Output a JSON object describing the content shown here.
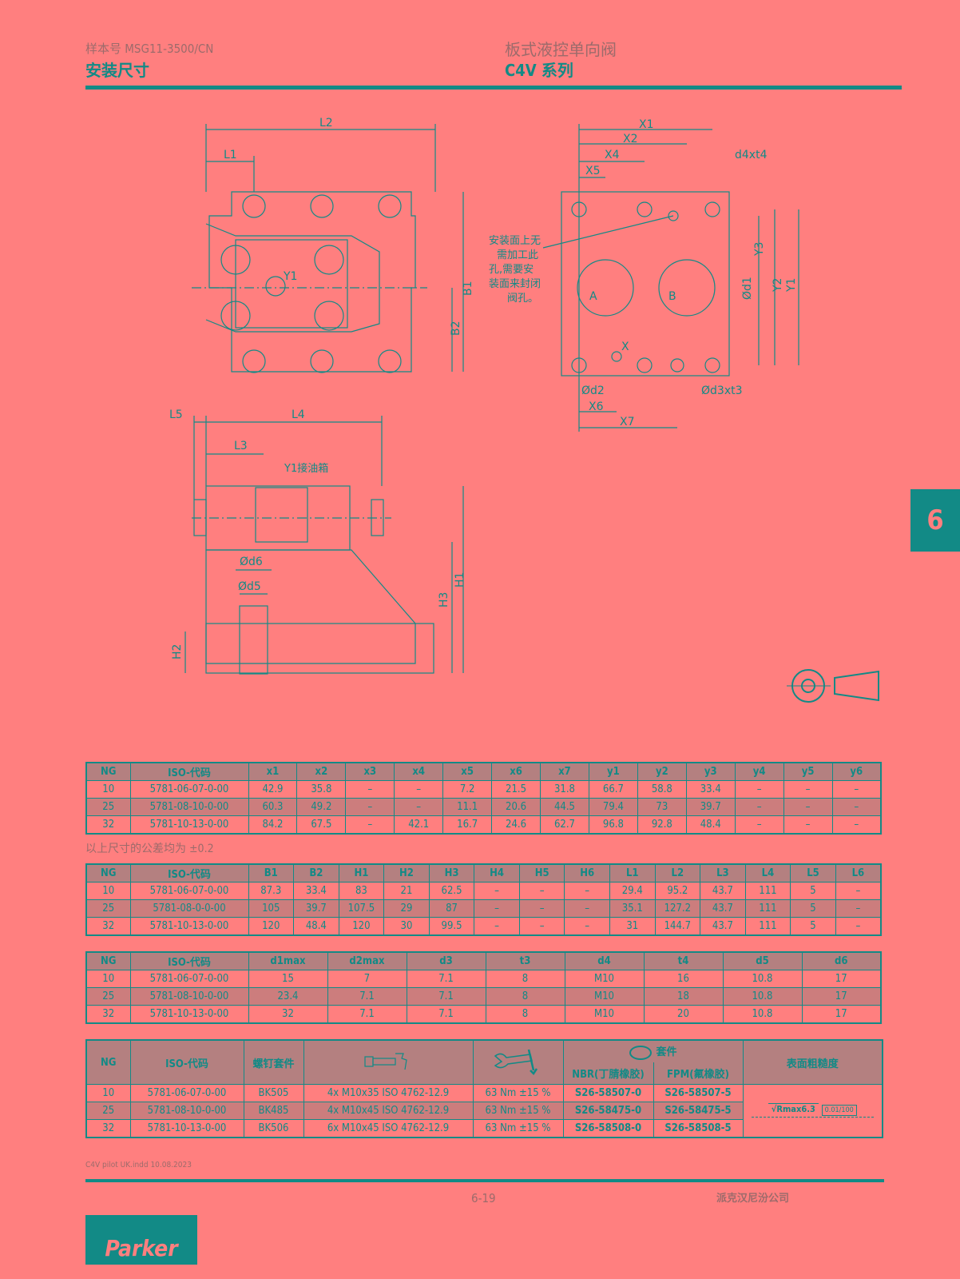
{
  "header": {
    "catalog_no": "样本号 MSG11-3500/CN",
    "section": "安装尺寸",
    "product_title": "板式液控单向阀",
    "series": "C4V 系列"
  },
  "chapter_tab": "6",
  "drawing_labels": {
    "top_view": [
      "L2",
      "L1",
      "B1",
      "B2",
      "Y1"
    ],
    "port_pattern": [
      "X1",
      "X2",
      "X4",
      "X5",
      "d4xt4",
      "Y3",
      "Y2",
      "Y1",
      "Ød1",
      "A",
      "B",
      "X",
      "Ød2",
      "X6",
      "X7",
      "Ød3xt3"
    ],
    "note": [
      "安装面上无",
      "需加工此",
      "孔,需要安",
      "装面来封闭",
      "阀孔。"
    ],
    "side_view": [
      "L5",
      "L4",
      "L3",
      "Y1接油箱",
      "Ød6",
      "Ød5",
      "H1",
      "H3",
      "H2"
    ]
  },
  "table1": {
    "headers": [
      "NG",
      "ISO-代码",
      "x1",
      "x2",
      "x3",
      "x4",
      "x5",
      "x6",
      "x7",
      "y1",
      "y2",
      "y3",
      "y4",
      "y5",
      "y6"
    ],
    "rows": [
      [
        "10",
        "5781-06-07-0-00",
        "42.9",
        "35.8",
        "–",
        "–",
        "7.2",
        "21.5",
        "31.8",
        "66.7",
        "58.8",
        "33.4",
        "–",
        "–",
        "–"
      ],
      [
        "25",
        "5781-08-10-0-00",
        "60.3",
        "49.2",
        "–",
        "–",
        "11.1",
        "20.6",
        "44.5",
        "79.4",
        "73",
        "39.7",
        "–",
        "–",
        "–"
      ],
      [
        "32",
        "5781-10-13-0-00",
        "84.2",
        "67.5",
        "–",
        "42.1",
        "16.7",
        "24.6",
        "62.7",
        "96.8",
        "92.8",
        "48.4",
        "–",
        "–",
        "–"
      ]
    ]
  },
  "tolerance_note": "以上尺寸的公差均为 ±0.2",
  "table2": {
    "headers": [
      "NG",
      "ISO-代码",
      "B1",
      "B2",
      "H1",
      "H2",
      "H3",
      "H4",
      "H5",
      "H6",
      "L1",
      "L2",
      "L3",
      "L4",
      "L5",
      "L6"
    ],
    "rows": [
      [
        "10",
        "5781-06-07-0-00",
        "87.3",
        "33.4",
        "83",
        "21",
        "62.5",
        "–",
        "–",
        "–",
        "29.4",
        "95.2",
        "43.7",
        "111",
        "5",
        "–"
      ],
      [
        "25",
        "5781-08-0-0-00",
        "105",
        "39.7",
        "107.5",
        "29",
        "87",
        "–",
        "–",
        "–",
        "35.1",
        "127.2",
        "43.7",
        "111",
        "5",
        "–"
      ],
      [
        "32",
        "5781-10-13-0-00",
        "120",
        "48.4",
        "120",
        "30",
        "99.5",
        "–",
        "–",
        "–",
        "31",
        "144.7",
        "43.7",
        "111",
        "5",
        "–"
      ]
    ]
  },
  "table3": {
    "headers": [
      "NG",
      "ISO-代码",
      "d1max",
      "d2max",
      "d3",
      "t3",
      "d4",
      "t4",
      "d5",
      "d6"
    ],
    "rows": [
      [
        "10",
        "5781-06-07-0-00",
        "15",
        "7",
        "7.1",
        "8",
        "M10",
        "16",
        "10.8",
        "17"
      ],
      [
        "25",
        "5781-08-10-0-00",
        "23.4",
        "7.1",
        "7.1",
        "8",
        "M10",
        "18",
        "10.8",
        "17"
      ],
      [
        "32",
        "5781-10-13-0-00",
        "32",
        "7.1",
        "7.1",
        "8",
        "M10",
        "20",
        "10.8",
        "17"
      ]
    ]
  },
  "table4": {
    "headers": {
      "ng": "NG",
      "iso": "ISO-代码",
      "screw_kit": "螺钉套件",
      "seal_kit": "套件",
      "nbr": "NBR(丁腈橡胶)",
      "fpm": "FPM(氟橡胶)",
      "roughness": "表面粗糙度"
    },
    "rows": [
      [
        "10",
        "5781-06-07-0-00",
        "BK505",
        "4x M10x35  ISO 4762-12.9",
        "63 Nm ±15 %",
        "S26-58507-0",
        "S26-58507-5"
      ],
      [
        "25",
        "5781-08-10-0-00",
        "BK485",
        "4x M10x45  ISO 4762-12.9",
        "63 Nm ±15 %",
        "S26-58475-0",
        "S26-58475-5"
      ],
      [
        "32",
        "5781-10-13-0-00",
        "BK506",
        "6x M10x45  ISO 4762-12.9",
        "63 Nm ±15 %",
        "S26-58508-0",
        "S26-58508-5"
      ]
    ],
    "roughness_value": "Rmax6.3",
    "flatness": "0.01/100"
  },
  "footer": {
    "file_info": "C4V pilot UK.indd 10.08.2023",
    "page_no": "6-19",
    "company": "派克汉尼汾公司",
    "logo_text": "Parker"
  }
}
